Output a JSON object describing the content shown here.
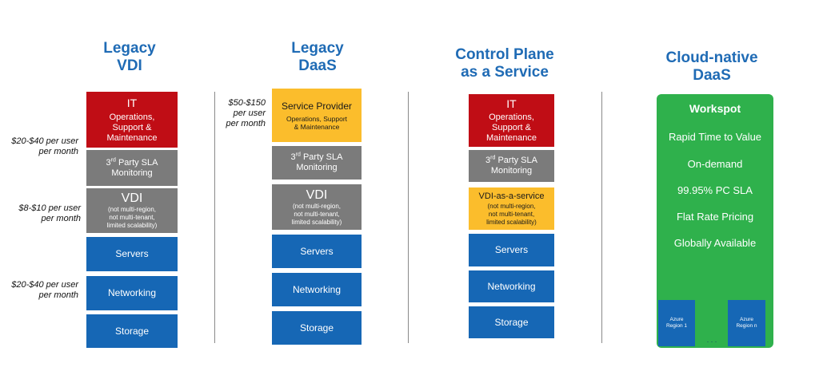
{
  "columns": [
    {
      "title": "Legacy\nVDI",
      "boxes": {
        "it_title": "IT",
        "it_sub": "Operations,\nSupport &\nMaintenance",
        "sla_pre": "3",
        "sla_sup": "rd",
        "sla_post": " Party SLA\nMonitoring",
        "vdi_title": "VDI",
        "vdi_sub": "(not multi-region,\nnot multi-tenant,\nlimited scalability)",
        "servers": "Servers",
        "networking": "Networking",
        "storage": "Storage"
      }
    },
    {
      "title": "Legacy\nDaaS",
      "boxes": {
        "sp_title": "Service Provider",
        "sp_sub": "Operations, Support\n& Maintenance",
        "sla_pre": "3",
        "sla_sup": "rd",
        "sla_post": " Party SLA\nMonitoring",
        "vdi_title": "VDI",
        "vdi_sub": "(not multi-region,\nnot multi-tenant,\nlimited scalability)",
        "servers": "Servers",
        "networking": "Networking",
        "storage": "Storage"
      }
    },
    {
      "title": "Control Plane\nas a Service",
      "boxes": {
        "it_title": "IT",
        "it_sub": "Operations,\nSupport &\nMaintenance",
        "sla_pre": "3",
        "sla_sup": "rd",
        "sla_post": " Party SLA\nMonitoring",
        "vdiaas_title": "VDI-as-a-service",
        "vdiaas_sub": "(not multi-region,\nnot multi-tenant,\nlimited scalability)",
        "servers": "Servers",
        "networking": "Networking",
        "storage": "Storage"
      }
    },
    {
      "title": "Cloud-native\nDaaS",
      "workspot": {
        "title": "Workspot",
        "items": [
          "Rapid Time to Value",
          "On-demand",
          "99.95% PC SLA",
          "Flat Rate Pricing",
          "Globally Available"
        ],
        "region_1": "Azure\nRegion 1",
        "region_n": "Azure\nRegion n",
        "ellipsis": ". . ."
      }
    }
  ],
  "prices": {
    "legacy_vdi_top": "$20-$40 per user\nper month",
    "legacy_vdi_mid": "$8-$10 per user\nper month",
    "legacy_vdi_bottom": "$20-$40 per user\nper month",
    "legacy_daas": "$50-$150\nper user\nper month"
  },
  "colors": {
    "title_blue": "#1f6bb5",
    "it_red": "#c00d15",
    "sla_gray": "#7b7b7b",
    "infra_blue": "#1667b5",
    "provider_yellow": "#fbbd2c",
    "workspot_green": "#2fb14c"
  }
}
